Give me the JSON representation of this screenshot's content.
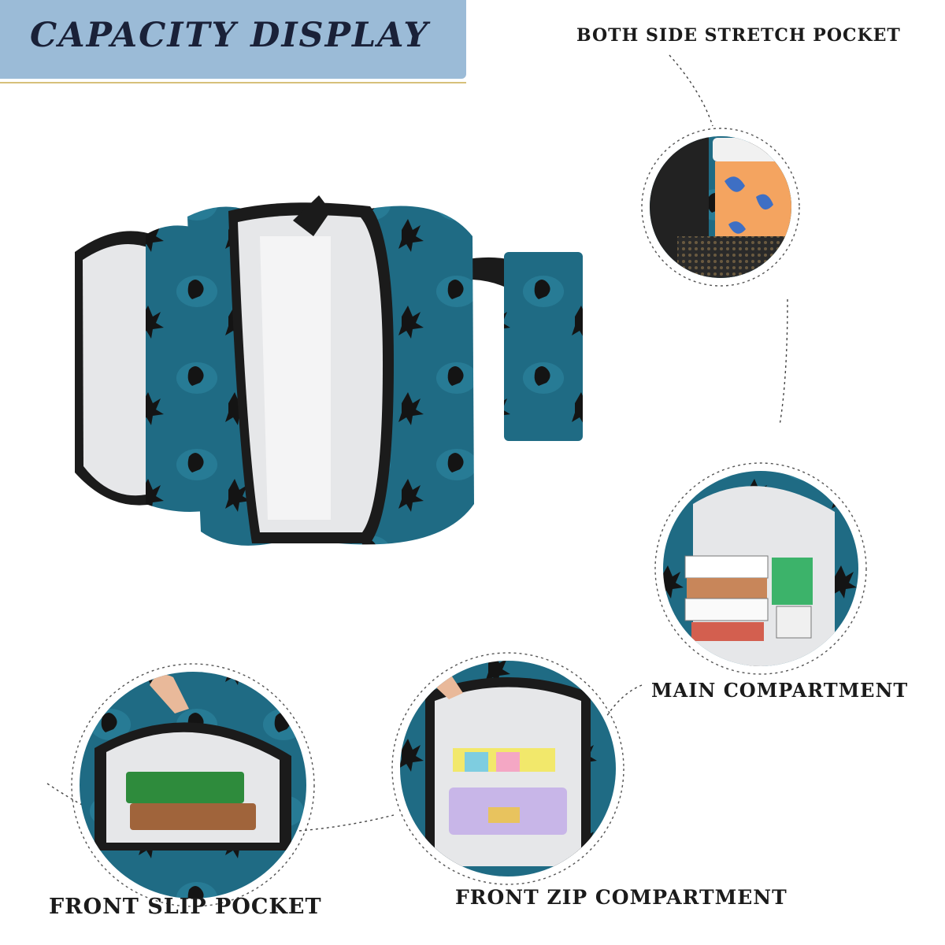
{
  "banner": {
    "title": "CAPACITY DISPLAY",
    "color": "#9bbbd7",
    "text_color": "#1a2138"
  },
  "labels": {
    "side_pocket": "BOTH SIDE STRETCH POCKET",
    "main_compartment": "MAIN COMPARTMENT",
    "front_slip_pocket": "FRONT SLIP POCKET",
    "front_zip_compartment": "FRONT ZIP COMPARTMENT"
  },
  "colors": {
    "bag_teal": "#1f6b84",
    "bag_teal_light": "#2e8aa3",
    "lining_gray": "#e6e7e9",
    "insect_black": "#141414",
    "zipper_black": "#1b1b1b"
  }
}
